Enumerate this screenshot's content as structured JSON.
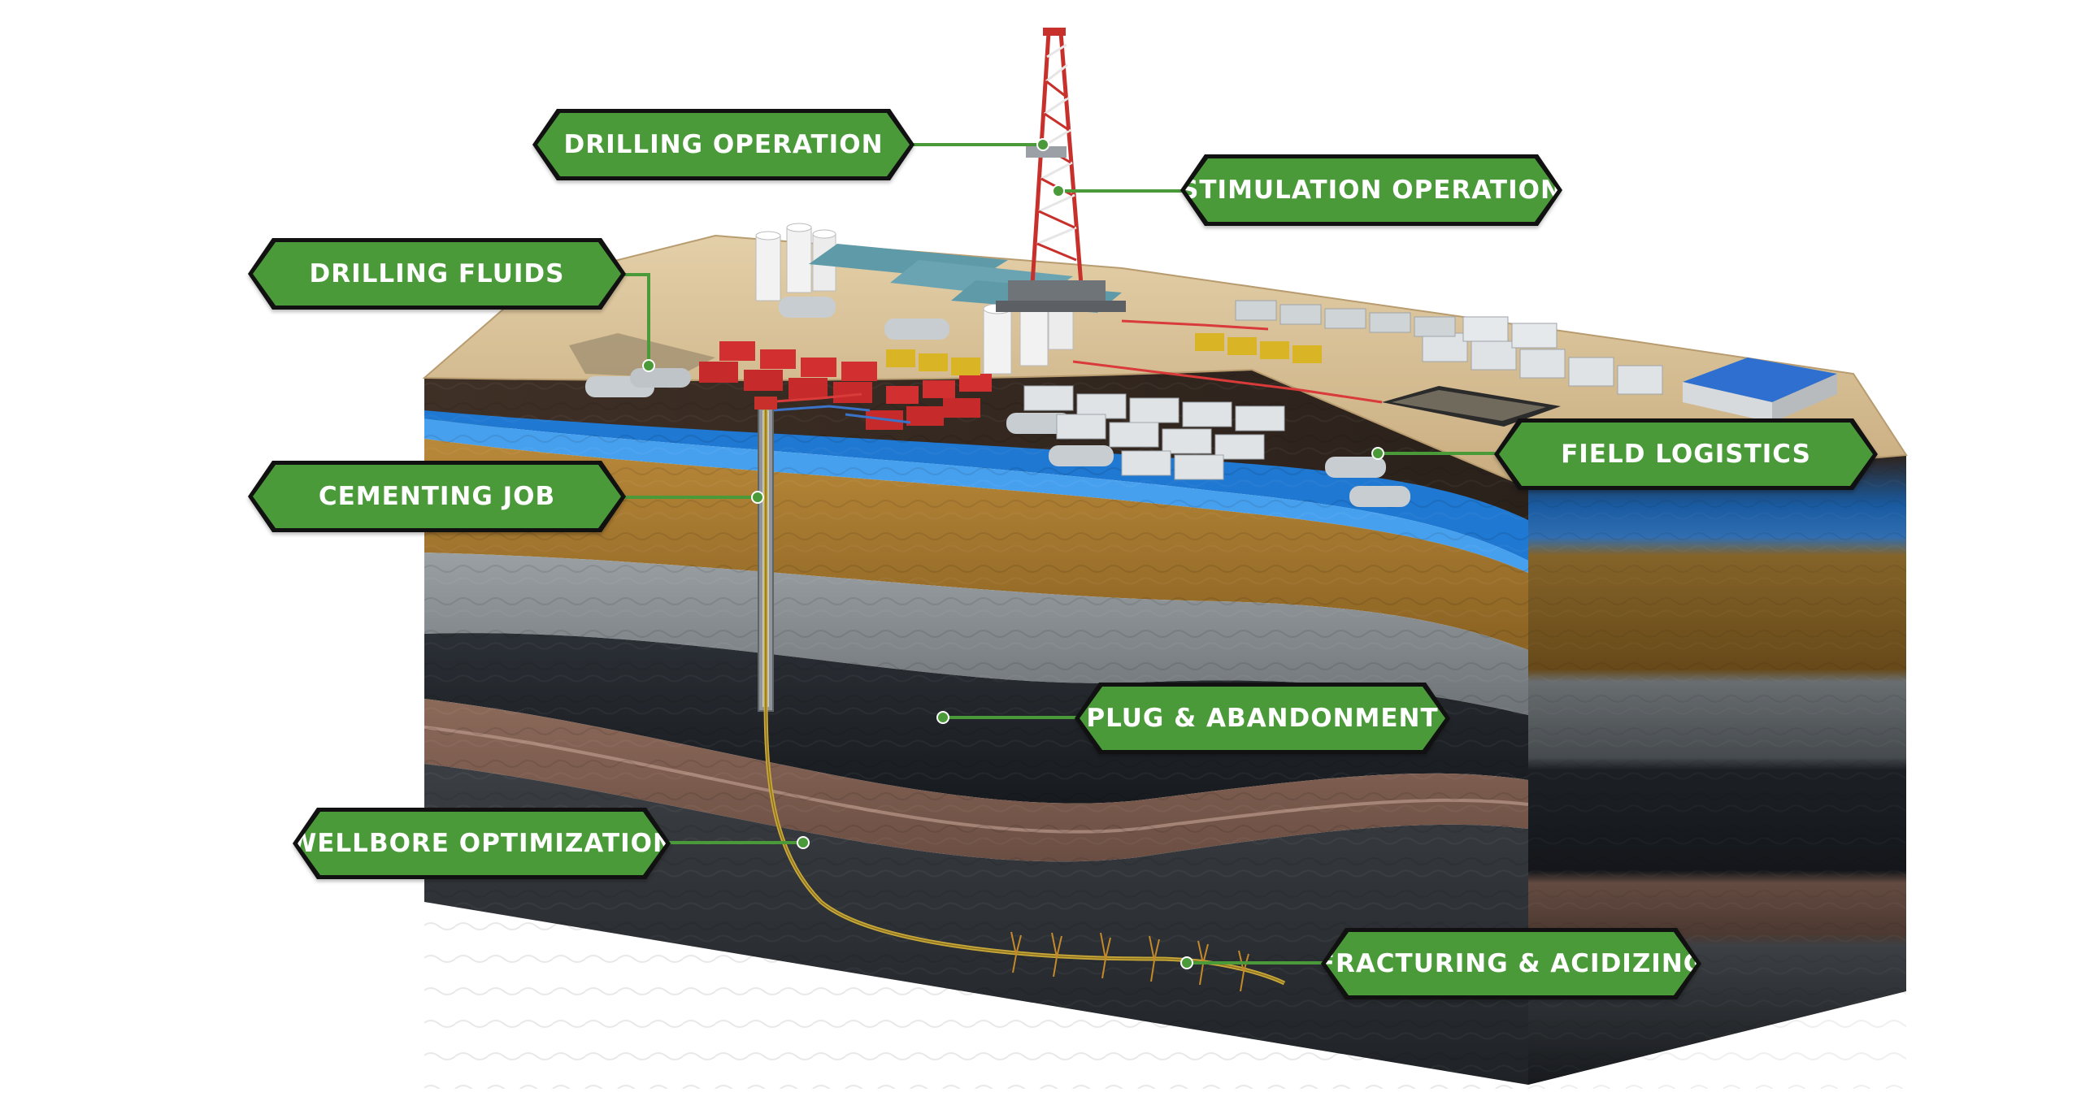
{
  "diagram": {
    "colors": {
      "callout_fill": "#4a9a3a",
      "callout_border": "#111111",
      "leader_line": "#4a9a3a",
      "water_layer": "#1f78d1",
      "soil_surface": "#d6bf97",
      "wellbore": "#c9a83a"
    },
    "callouts": [
      {
        "id": "drilling-operation",
        "label": "DRILLING OPERATION"
      },
      {
        "id": "stimulation-operation",
        "label": "STIMULATION OPERATION"
      },
      {
        "id": "drilling-fluids",
        "label": "DRILLING FLUIDS"
      },
      {
        "id": "field-logistics",
        "label": "FIELD LOGISTICS"
      },
      {
        "id": "cementing-job",
        "label": "CEMENTING JOB"
      },
      {
        "id": "plug-abandonment",
        "label": "PLUG & ABANDONMENT"
      },
      {
        "id": "wellbore-optimization",
        "label": "WELLBORE OPTIMIZATION"
      },
      {
        "id": "fracturing-acidizing",
        "label": "FRACTURING & ACIDIZING"
      }
    ]
  }
}
